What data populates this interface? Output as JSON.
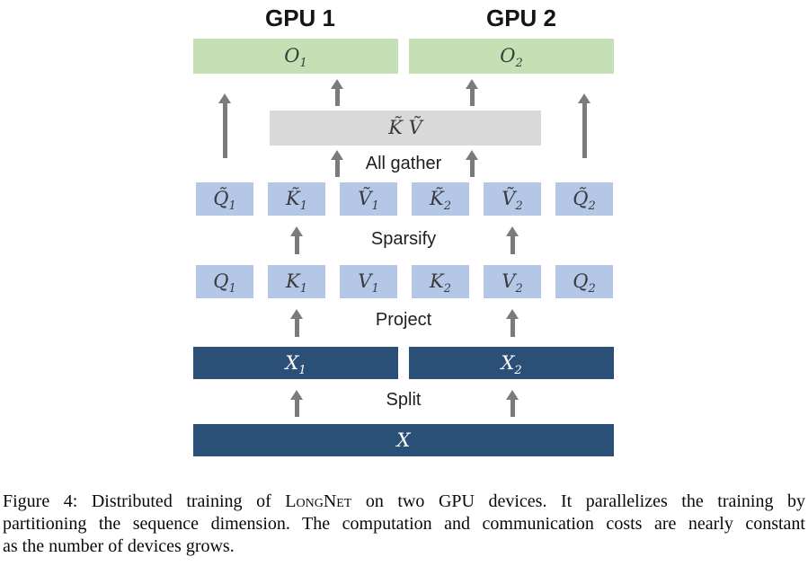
{
  "figure": {
    "gpu_labels": {
      "gpu1": "GPU 1",
      "gpu2": "GPU 2"
    },
    "process_labels": {
      "all_gather": "All gather",
      "sparsify": "Sparsify",
      "project": "Project",
      "split": "Split"
    },
    "boxes": {
      "o1": {
        "base": "O",
        "sub": "1"
      },
      "o2": {
        "base": "O",
        "sub": "2"
      },
      "kv": {
        "base": "K̃ Ṽ",
        "sub": ""
      },
      "qt1": {
        "base": "Q̃",
        "sub": "1"
      },
      "kt1": {
        "base": "K̃",
        "sub": "1"
      },
      "vt1": {
        "base": "Ṽ",
        "sub": "1"
      },
      "kt2": {
        "base": "K̃",
        "sub": "2"
      },
      "vt2": {
        "base": "Ṽ",
        "sub": "2"
      },
      "qt2": {
        "base": "Q̃",
        "sub": "2"
      },
      "q1": {
        "base": "Q",
        "sub": "1"
      },
      "k1": {
        "base": "K",
        "sub": "1"
      },
      "v1": {
        "base": "V",
        "sub": "1"
      },
      "k2": {
        "base": "K",
        "sub": "2"
      },
      "v2": {
        "base": "V",
        "sub": "2"
      },
      "q2": {
        "base": "Q",
        "sub": "2"
      },
      "x1": {
        "base": "X",
        "sub": "1"
      },
      "x2": {
        "base": "X",
        "sub": "2"
      },
      "x": {
        "base": "X",
        "sub": ""
      }
    },
    "colors": {
      "green": "#C5E0B4",
      "blue": "#B4C7E7",
      "dark_blue": "#2B5077",
      "gray": "#D9D9D9",
      "arrow": "#7B7B7B"
    },
    "caption": {
      "line1_pre": "Figure 4: Distributed training of ",
      "line1_model": "LongNet",
      "line1_post": " on two GPU devices. It parallelizes the training by",
      "line2": "partitioning the sequence dimension. The computation and communication costs are nearly constant",
      "line3": "as the number of devices grows."
    }
  }
}
